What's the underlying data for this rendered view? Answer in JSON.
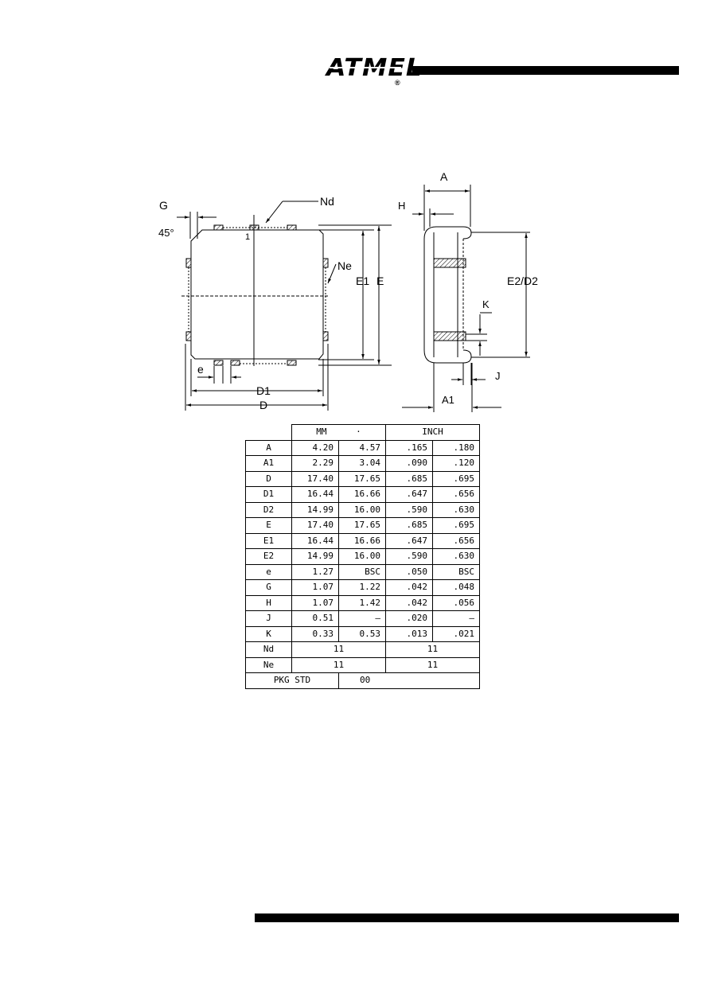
{
  "brand": {
    "logo_text": "ATMEL",
    "registered_mark": "®"
  },
  "drawing": {
    "labels": {
      "G": "G",
      "angle": "45°",
      "Nd": "Nd",
      "pin1": "1",
      "Ne": "Ne",
      "E1": "E1",
      "E": "E",
      "e": "e",
      "D1": "D1",
      "D": "D",
      "A": "A",
      "H": "H",
      "E2D2": "E2/D2",
      "K": "K",
      "J": "J",
      "A1": "A1"
    }
  },
  "table": {
    "unit_mm": "MM",
    "unit_mm_mark": "·",
    "unit_inch": "INCH",
    "rows": [
      {
        "sym": "A",
        "mm_min": "4.20",
        "mm_max": "4.57",
        "in_min": ".165",
        "in_max": ".180"
      },
      {
        "sym": "A1",
        "mm_min": "2.29",
        "mm_max": "3.04",
        "in_min": ".090",
        "in_max": ".120"
      },
      {
        "sym": "D",
        "mm_min": "17.40",
        "mm_max": "17.65",
        "in_min": ".685",
        "in_max": ".695"
      },
      {
        "sym": "D1",
        "mm_min": "16.44",
        "mm_max": "16.66",
        "in_min": ".647",
        "in_max": ".656"
      },
      {
        "sym": "D2",
        "mm_min": "14.99",
        "mm_max": "16.00",
        "in_min": ".590",
        "in_max": ".630"
      },
      {
        "sym": "E",
        "mm_min": "17.40",
        "mm_max": "17.65",
        "in_min": ".685",
        "in_max": ".695"
      },
      {
        "sym": "E1",
        "mm_min": "16.44",
        "mm_max": "16.66",
        "in_min": ".647",
        "in_max": ".656"
      },
      {
        "sym": "E2",
        "mm_min": "14.99",
        "mm_max": "16.00",
        "in_min": ".590",
        "in_max": ".630"
      },
      {
        "sym": "e",
        "mm_min": "1.27",
        "mm_max": "BSC",
        "in_min": ".050",
        "in_max": "BSC"
      },
      {
        "sym": "G",
        "mm_min": "1.07",
        "mm_max": "1.22",
        "in_min": ".042",
        "in_max": ".048"
      },
      {
        "sym": "H",
        "mm_min": "1.07",
        "mm_max": "1.42",
        "in_min": ".042",
        "in_max": ".056"
      },
      {
        "sym": "J",
        "mm_min": "0.51",
        "mm_max": "–",
        "in_min": ".020",
        "in_max": "–"
      },
      {
        "sym": "K",
        "mm_min": "0.33",
        "mm_max": "0.53",
        "in_min": ".013",
        "in_max": ".021"
      }
    ],
    "nd": {
      "sym": "Nd",
      "mm": "11",
      "inch": "11"
    },
    "ne": {
      "sym": "Ne",
      "mm": "11",
      "inch": "11"
    },
    "pkg": {
      "label": "PKG STD",
      "value": "00"
    }
  }
}
